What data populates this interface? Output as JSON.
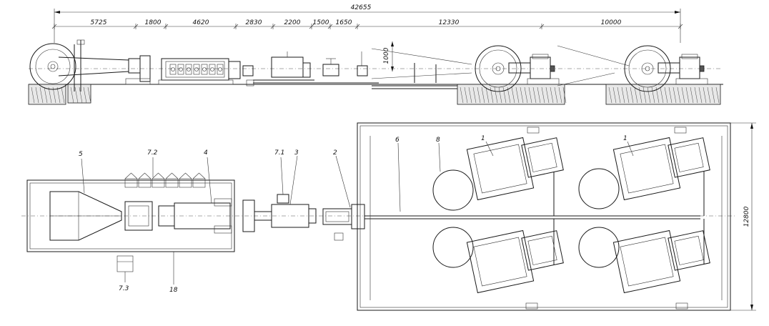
{
  "top_view": {
    "overall_dimension": "42655",
    "segment_dimensions": [
      "5725",
      "1800",
      "4620",
      "2830",
      "2200",
      "1500",
      "1650",
      "12330",
      "10000"
    ],
    "height_dimension": "1000"
  },
  "plan_view": {
    "width_dimension": "12800",
    "callouts": [
      "1",
      "1",
      "2",
      "3",
      "4",
      "5",
      "6",
      "7.1",
      "7.2",
      "7.3",
      "8",
      "18"
    ]
  }
}
